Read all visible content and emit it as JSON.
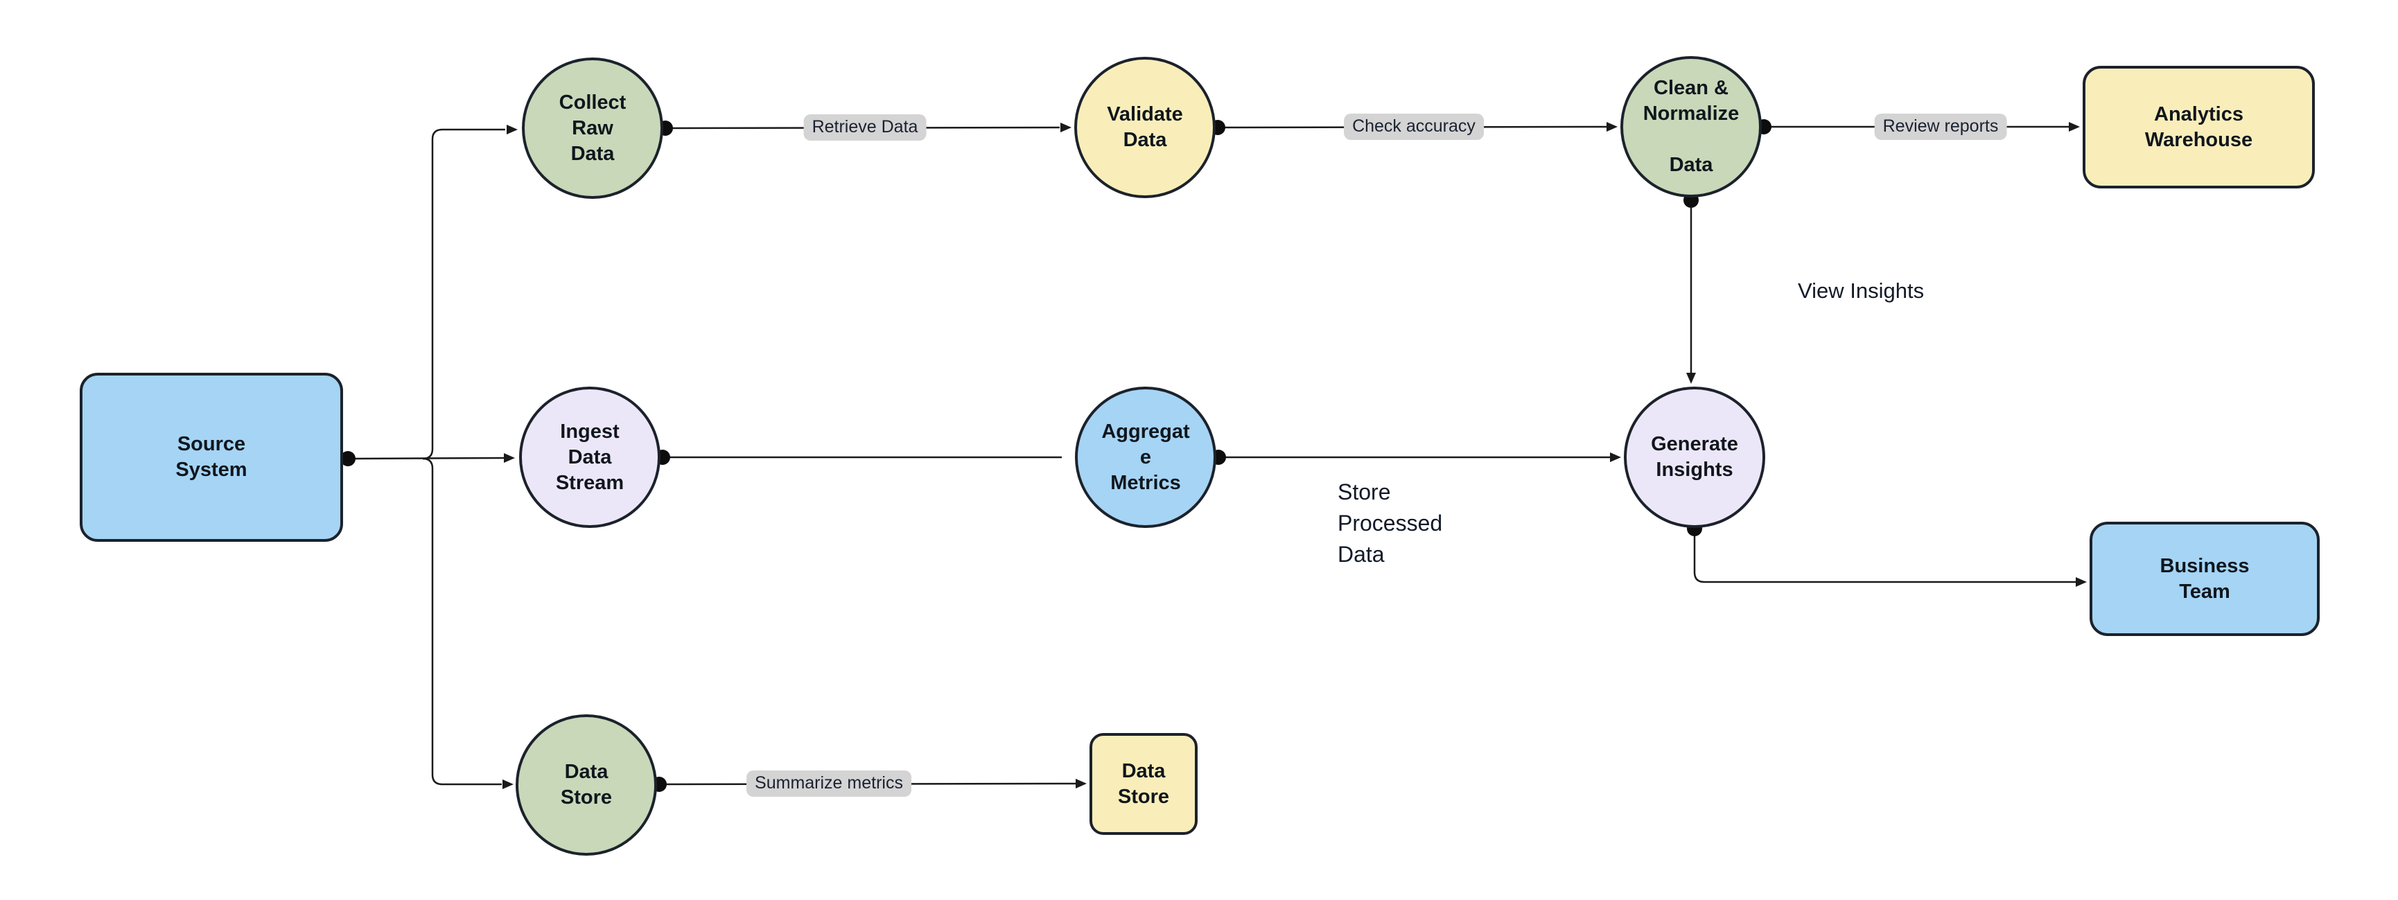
{
  "diagram": {
    "type": "flowchart",
    "background": "#ffffff",
    "colors": {
      "node_fill_blue": "#a5d4f5",
      "node_fill_green": "#c8d8b9",
      "node_fill_yellow": "#f9eeba",
      "node_fill_lavender": "#ece7f8",
      "node_border": "#1c222b",
      "edge_line": "#1a1a1a",
      "edge_label_pill_bg": "#d4d4d4",
      "text": "#10161d"
    },
    "nodes": [
      {
        "id": "source-system",
        "shape": "rounded-rect",
        "fill": "#a5d4f5",
        "label": "Source\nSystem"
      },
      {
        "id": "collect-raw-data",
        "shape": "circle",
        "fill": "#c8d8b9",
        "label": "Collect\nRaw\nData"
      },
      {
        "id": "validate-data",
        "shape": "circle",
        "fill": "#f9eeba",
        "label": "Validate\nData"
      },
      {
        "id": "clean-normalize-data",
        "shape": "circle",
        "fill": "#c8d8b9",
        "label": "Clean &\nNormalize\n\nData"
      },
      {
        "id": "analytics-warehouse",
        "shape": "rounded-rect",
        "fill": "#f9eeba",
        "label": "Analytics\nWarehouse"
      },
      {
        "id": "ingest-data-stream",
        "shape": "circle",
        "fill": "#ece7f8",
        "label": "Ingest\nData\nStream"
      },
      {
        "id": "aggregate-metrics",
        "shape": "circle",
        "fill": "#a5d4f5",
        "label": "Aggregat\ne\nMetrics"
      },
      {
        "id": "generate-insights",
        "shape": "circle",
        "fill": "#ece7f8",
        "label": "Generate\nInsights"
      },
      {
        "id": "business-team",
        "shape": "rounded-rect",
        "fill": "#a5d4f5",
        "label": "Business\nTeam"
      },
      {
        "id": "data-store-process",
        "shape": "circle",
        "fill": "#c8d8b9",
        "label": "Data\nStore"
      },
      {
        "id": "data-store",
        "shape": "rounded-rect",
        "fill": "#f9eeba",
        "label": "Data\nStore"
      }
    ],
    "edges": [
      {
        "from": "Source System",
        "to": "Collect Raw Data",
        "label": ""
      },
      {
        "from": "Source System",
        "to": "Ingest Data Stream",
        "label": ""
      },
      {
        "from": "Source System",
        "to": "Data Store (process)",
        "label": ""
      },
      {
        "from": "Collect Raw Data",
        "to": "Validate Data",
        "label": "Retrieve Data"
      },
      {
        "from": "Validate Data",
        "to": "Clean & Normalize Data",
        "label": "Check accuracy"
      },
      {
        "from": "Clean & Normalize Data",
        "to": "Analytics Warehouse",
        "label": "Review reports"
      },
      {
        "from": "Clean & Normalize Data",
        "to": "Generate Insights",
        "label": "View Insights"
      },
      {
        "from": "Ingest Data Stream",
        "to": "Aggregate Metrics",
        "label": ""
      },
      {
        "from": "Aggregate Metrics",
        "to": "Generate Insights",
        "label": "Store\nProcessed\nData"
      },
      {
        "from": "Generate Insights",
        "to": "Business Team",
        "label": ""
      },
      {
        "from": "Data Store (process)",
        "to": "Data Store",
        "label": "Summarize metrics"
      }
    ]
  }
}
